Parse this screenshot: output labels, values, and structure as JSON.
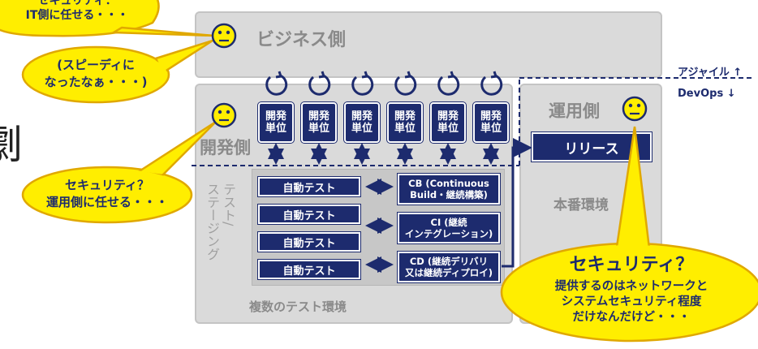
{
  "partial_title_char": "劇",
  "business": {
    "label": "ビジネス側"
  },
  "dev": {
    "label": "開発側"
  },
  "ops": {
    "label": "運用側"
  },
  "release": {
    "label": "リリース"
  },
  "production": {
    "label": "本番環境"
  },
  "test_staging": {
    "label": "テスト/\nステージング"
  },
  "multi_env": {
    "label": "複数のテスト環境"
  },
  "agile": {
    "label": "アジャイル",
    "arrow": "↑"
  },
  "devops": {
    "label": "DevOps",
    "arrow": "↓"
  },
  "dev_units": [
    "開発\n単位",
    "開発\n単位",
    "開発\n単位",
    "開発\n単位",
    "開発\n単位",
    "開発\n単位"
  ],
  "auto_tests": [
    "自動テスト",
    "自動テスト",
    "自動テスト",
    "自動テスト"
  ],
  "ci_boxes": [
    "CB (Continuous\nBuild・継続構築)",
    "CI (継続\nインテグレーション)",
    "CD (継続デリバリ\n又は継続ディプロイ)"
  ],
  "bubbles": {
    "top_left": "セキュリティ：\nIT側に任せる・・・",
    "speedy": "(スピーディに\nなったなぁ・・・)",
    "security_q": "セキュリティ？\n運用側に任せる・・・",
    "ops_title": "セキュリティ？",
    "ops_body": "提供するのはネットワークと\nシステムセキュリティ程度\nだけなんだけど・・・"
  },
  "colors": {
    "navy": "#1d2b6e",
    "bubble": "#ffee00",
    "bubble_border": "#e0a800",
    "panel": "#dadada",
    "label_gray": "#8a8a8a"
  }
}
